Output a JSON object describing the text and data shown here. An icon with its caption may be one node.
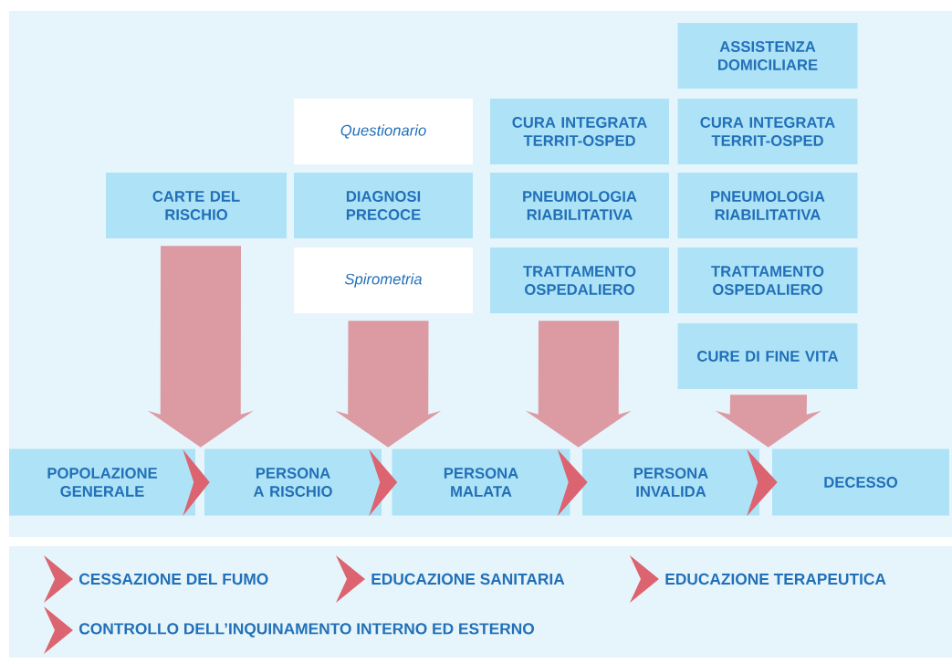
{
  "diagram": {
    "nodes": [
      {
        "text": [
          "POPOLAZIONE GENERALE"
        ]
      },
      {
        "text": [
          "PERSONA A RISCHIO"
        ]
      },
      {
        "text": [
          "PERSONA MALATA"
        ]
      },
      {
        "text": [
          "PERSONA INVALIDA"
        ]
      },
      {
        "text": [
          "DECESSO"
        ]
      },
      {
        "text": [
          "CARTE DEL RISCHIO"
        ]
      },
      {
        "text": [
          "Questionario"
        ]
      },
      {
        "text": [
          "DIAGNOSI PRECOCE"
        ]
      },
      {
        "text": [
          "Spirometria"
        ]
      },
      {
        "text": [
          "CURA INTEGRATA TERRIT-OSPED"
        ]
      },
      {
        "text": [
          "PNEUMOLOGIA RIABILITATIVA"
        ]
      },
      {
        "text": [
          "TRATTAMENTO OSPEDALIERO"
        ]
      },
      {
        "text": [
          "ASSISTENZA DOMICILIARE"
        ]
      },
      {
        "text": [
          "CURA INTEGRATA TERRIT-OSPED"
        ]
      },
      {
        "text": [
          "PNEUMOLOGIA RIABILITATIVA"
        ]
      },
      {
        "text": [
          "TRATTAMENTO OSPEDALIERO"
        ]
      },
      {
        "text": [
          "CURE DI FINE VITA"
        ]
      }
    ],
    "edges": [
      {
        "from": 0,
        "to": 1,
        "arrow": "to"
      },
      {
        "from": 1,
        "to": 2,
        "arrow": "to"
      },
      {
        "from": 2,
        "to": 3,
        "arrow": "to"
      },
      {
        "from": 3,
        "to": 4,
        "arrow": "to"
      },
      {
        "from": 5,
        "to": 1,
        "arrow": "to",
        "style": "thick"
      },
      {
        "from": 8,
        "to": 2,
        "arrow": "to",
        "style": "thick"
      },
      {
        "from": 11,
        "to": 3,
        "arrow": "to",
        "style": "thick"
      },
      {
        "from": 16,
        "to": 4,
        "arrow": "to",
        "style": "thick"
      }
    ],
    "legend": [
      {
        "text": "CESSAZIONE DEL FUMO"
      },
      {
        "text": "EDUCAZIONE SANITARIA"
      },
      {
        "text": "EDUCAZIONE TERAPEUTICA"
      },
      {
        "text": "CONTROLLO DELL’INQUINAMENTO INTERNO ED ESTERNO"
      }
    ]
  }
}
